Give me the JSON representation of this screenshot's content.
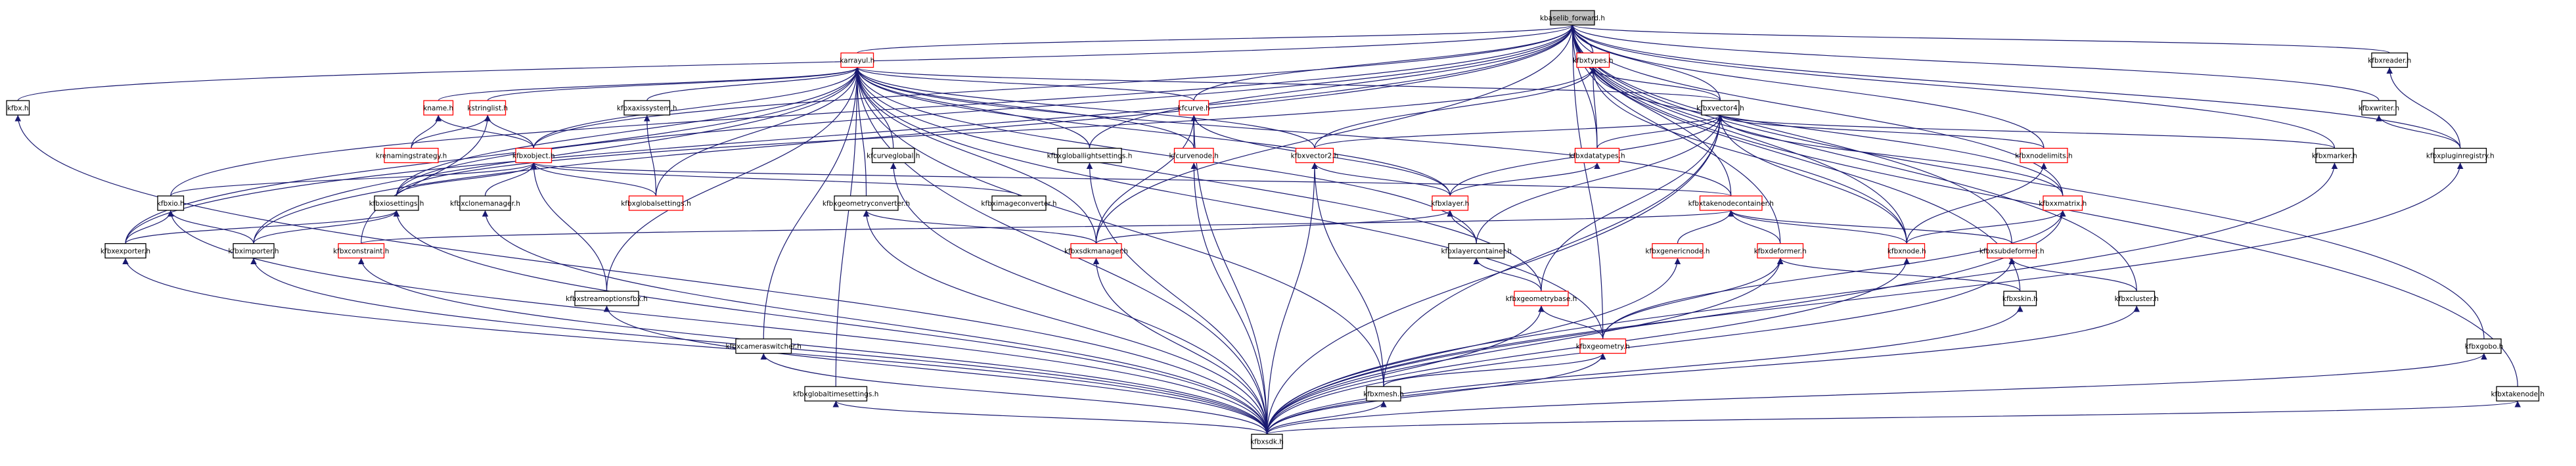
{
  "nodes": [
    {
      "id": "kbaselib_forward",
      "label": "kbaselib_forward.h",
      "style": "root"
    },
    {
      "id": "kfbx",
      "label": "kfbx.h",
      "style": "black"
    },
    {
      "id": "karrayul",
      "label": "karrayul.h",
      "style": "red"
    },
    {
      "id": "kfbxtypes",
      "label": "kfbxtypes.h",
      "style": "red"
    },
    {
      "id": "kfbxreader",
      "label": "kfbxreader.h",
      "style": "black"
    },
    {
      "id": "kname",
      "label": "kname.h",
      "style": "red"
    },
    {
      "id": "kstringlist",
      "label": "kstringlist.h",
      "style": "red"
    },
    {
      "id": "kfbxaxissystem",
      "label": "kfbxaxissystem.h",
      "style": "black"
    },
    {
      "id": "kfcurve",
      "label": "kfcurve.h",
      "style": "red"
    },
    {
      "id": "kfbxvector4",
      "label": "kfbxvector4.h",
      "style": "black"
    },
    {
      "id": "kfbxwriter",
      "label": "kfbxwriter.h",
      "style": "black"
    },
    {
      "id": "krenamingstrategy",
      "label": "krenamingstrategy.h",
      "style": "red"
    },
    {
      "id": "kfbxobject",
      "label": "kfbxobject.h",
      "style": "red"
    },
    {
      "id": "kfcurveglobal",
      "label": "kfcurveglobal.h",
      "style": "black"
    },
    {
      "id": "kfbxgloballightsettings",
      "label": "kfbxgloballightsettings.h",
      "style": "black"
    },
    {
      "id": "kfcurvenode",
      "label": "kfcurvenode.h",
      "style": "red"
    },
    {
      "id": "kfbxvector2",
      "label": "kfbxvector2.h",
      "style": "red"
    },
    {
      "id": "kfbxdatatypes",
      "label": "kfbxdatatypes.h",
      "style": "red"
    },
    {
      "id": "kfbxnodelimits",
      "label": "kfbxnodelimits.h",
      "style": "red"
    },
    {
      "id": "kfbxmarker",
      "label": "kfbxmarker.h",
      "style": "black"
    },
    {
      "id": "kfbxpluginregistry",
      "label": "kfbxpluginregistry.h",
      "style": "black"
    },
    {
      "id": "kfbxio",
      "label": "kfbxio.h",
      "style": "black"
    },
    {
      "id": "kfbxglobalsettings",
      "label": "kfbxglobalsettings.h",
      "style": "red"
    },
    {
      "id": "kfbximageconverter",
      "label": "kfbximageconverter.h",
      "style": "black"
    },
    {
      "id": "kfbxlayer",
      "label": "kfbxlayer.h",
      "style": "red"
    },
    {
      "id": "kfbxtakenodecontainer",
      "label": "kfbxtakenodecontainer.h",
      "style": "red"
    },
    {
      "id": "kfbxxmatrix",
      "label": "kfbxxmatrix.h",
      "style": "red"
    },
    {
      "id": "kfbxiosettings",
      "label": "kfbxiosettings.h",
      "style": "black"
    },
    {
      "id": "kfbxclonemanager",
      "label": "kfbxclonemanager.h",
      "style": "black"
    },
    {
      "id": "kfbxgeometryconverter",
      "label": "kfbxgeometryconverter.h",
      "style": "black"
    },
    {
      "id": "kfbxexporter",
      "label": "kfbxexporter.h",
      "style": "black"
    },
    {
      "id": "kfbximporter",
      "label": "kfbximporter.h",
      "style": "black"
    },
    {
      "id": "kfbxconstraint",
      "label": "kfbxconstraint.h",
      "style": "red"
    },
    {
      "id": "kfbxsdkmanager",
      "label": "kfbxsdkmanager.h",
      "style": "red"
    },
    {
      "id": "kfbxlayercontainer",
      "label": "kfbxlayercontainer.h",
      "style": "black"
    },
    {
      "id": "kfbxgenericnode",
      "label": "kfbxgenericnode.h",
      "style": "red"
    },
    {
      "id": "kfbxdeformer",
      "label": "kfbxdeformer.h",
      "style": "red"
    },
    {
      "id": "kfbxnode",
      "label": "kfbxnode.h",
      "style": "red"
    },
    {
      "id": "kfbxsubdeformer",
      "label": "kfbxsubdeformer.h",
      "style": "red"
    },
    {
      "id": "kfbxstreamoptionsfbx",
      "label": "kfbxstreamoptionsfbx.h",
      "style": "black"
    },
    {
      "id": "kfbxgeometrybase",
      "label": "kfbxgeometrybase.h",
      "style": "red"
    },
    {
      "id": "kfbxskin",
      "label": "kfbxskin.h",
      "style": "black"
    },
    {
      "id": "kfbxcluster",
      "label": "kfbxcluster.h",
      "style": "black"
    },
    {
      "id": "kfbxcameraswitcher",
      "label": "kfbxcameraswitcher.h",
      "style": "black"
    },
    {
      "id": "kfbxgeometry",
      "label": "kfbxgeometry.h",
      "style": "red"
    },
    {
      "id": "kfbxgobo",
      "label": "kfbxgobo.h",
      "style": "black"
    },
    {
      "id": "kfbxglobaltimesettings",
      "label": "kfbxglobaltimesettings.h",
      "style": "black"
    },
    {
      "id": "kfbxmesh",
      "label": "kfbxmesh.h",
      "style": "black"
    },
    {
      "id": "kfbxtakenode",
      "label": "kfbxtakenode.h",
      "style": "black"
    },
    {
      "id": "kfbxsdk",
      "label": "kfbxsdk.h",
      "style": "black"
    }
  ],
  "edges": [
    [
      "kfbx",
      "kbaselib_forward"
    ],
    [
      "karrayul",
      "kbaselib_forward"
    ],
    [
      "kfbxtypes",
      "kbaselib_forward"
    ],
    [
      "kfbxreader",
      "kbaselib_forward"
    ],
    [
      "kfbxwriter",
      "kbaselib_forward"
    ],
    [
      "kfcurve",
      "kbaselib_forward"
    ],
    [
      "kfbxvector4",
      "kbaselib_forward"
    ],
    [
      "kfbxobject",
      "kbaselib_forward"
    ],
    [
      "kfbxio",
      "kbaselib_forward"
    ],
    [
      "kfbxdatatypes",
      "kbaselib_forward"
    ],
    [
      "kfbxnodelimits",
      "kbaselib_forward"
    ],
    [
      "kfbxmarker",
      "kbaselib_forward"
    ],
    [
      "kfbxpluginregistry",
      "kbaselib_forward"
    ],
    [
      "kfbxtakenodecontainer",
      "kbaselib_forward"
    ],
    [
      "kfbxxmatrix",
      "kbaselib_forward"
    ],
    [
      "kfbxexporter",
      "kbaselib_forward"
    ],
    [
      "kfbximporter",
      "kbaselib_forward"
    ],
    [
      "kfbxsdkmanager",
      "kbaselib_forward"
    ],
    [
      "kfbxdeformer",
      "kbaselib_forward"
    ],
    [
      "kfbxnode",
      "kbaselib_forward"
    ],
    [
      "kfbxsubdeformer",
      "kbaselib_forward"
    ],
    [
      "kfbxskin",
      "kbaselib_forward"
    ],
    [
      "kfbxcluster",
      "kbaselib_forward"
    ],
    [
      "kfbxgobo",
      "kbaselib_forward"
    ],
    [
      "kfbxtakenode",
      "kbaselib_forward"
    ],
    [
      "kfbxiosettings",
      "kbaselib_forward"
    ],
    [
      "kfbxgeometry",
      "kbaselib_forward"
    ],
    [
      "kfbxgloballightsettings",
      "kbaselib_forward"
    ],
    [
      "kname",
      "karrayul"
    ],
    [
      "kstringlist",
      "karrayul"
    ],
    [
      "kfbxaxissystem",
      "karrayul"
    ],
    [
      "kfcurve",
      "karrayul"
    ],
    [
      "kfbxvector4",
      "karrayul"
    ],
    [
      "kfbxobject",
      "karrayul"
    ],
    [
      "kfcurveglobal",
      "karrayul"
    ],
    [
      "kfbxgloballightsettings",
      "karrayul"
    ],
    [
      "kfcurvenode",
      "karrayul"
    ],
    [
      "kfbxvector2",
      "karrayul"
    ],
    [
      "kfbxtakenodecontainer",
      "karrayul"
    ],
    [
      "kfbxiosettings",
      "karrayul"
    ],
    [
      "kfbxexporter",
      "karrayul"
    ],
    [
      "kfbximporter",
      "karrayul"
    ],
    [
      "kfbxgeometryconverter",
      "karrayul"
    ],
    [
      "kfbxlayercontainer",
      "karrayul"
    ],
    [
      "kfbxstreamoptionsfbx",
      "karrayul"
    ],
    [
      "kfbxcameraswitcher",
      "karrayul"
    ],
    [
      "kfbxglobaltimesettings",
      "karrayul"
    ],
    [
      "kfbxmesh",
      "karrayul"
    ],
    [
      "kfbxsdk",
      "karrayul"
    ],
    [
      "kfbxglobalsettings",
      "karrayul"
    ],
    [
      "kfbxgeometry",
      "karrayul"
    ],
    [
      "kfbxsdkmanager",
      "karrayul"
    ],
    [
      "kfbxlayer",
      "karrayul"
    ],
    [
      "kfbxgeometrybase",
      "karrayul"
    ],
    [
      "kfbxvector4",
      "kfbxtypes"
    ],
    [
      "kfbxdatatypes",
      "kfbxtypes"
    ],
    [
      "kfbxxmatrix",
      "kfbxtypes"
    ],
    [
      "kfbxvector2",
      "kfbxtypes"
    ],
    [
      "kfbxiosettings",
      "kfbxtypes"
    ],
    [
      "kfbxnode",
      "kfbxtypes"
    ],
    [
      "kfbxpluginregistry",
      "kfbxreader"
    ],
    [
      "kfbxpluginregistry",
      "kfbxwriter"
    ],
    [
      "krenamingstrategy",
      "kname"
    ],
    [
      "kfbxobject",
      "kname"
    ],
    [
      "krenamingstrategy",
      "kstringlist"
    ],
    [
      "kfbxobject",
      "kstringlist"
    ],
    [
      "kfbxconstraint",
      "kstringlist"
    ],
    [
      "kfbxglobalsettings",
      "kfbxaxissystem"
    ],
    [
      "kfcurvenode",
      "kfcurve"
    ],
    [
      "kfbxsdk",
      "kfcurve"
    ],
    [
      "kfbxsdkmanager",
      "kfcurve"
    ],
    [
      "kfbxlayer",
      "kfcurve"
    ],
    [
      "kfbxdatatypes",
      "kfbxvector4"
    ],
    [
      "kfbxnodelimits",
      "kfbxvector4"
    ],
    [
      "kfbxmarker",
      "kfbxvector4"
    ],
    [
      "kfbxxmatrix",
      "kfbxvector4"
    ],
    [
      "kfbxlayer",
      "kfbxvector4"
    ],
    [
      "kfbxlayercontainer",
      "kfbxvector4"
    ],
    [
      "kfbxgeometrybase",
      "kfbxvector4"
    ],
    [
      "kfbxnode",
      "kfbxvector4"
    ],
    [
      "kfbxmesh",
      "kfbxvector4"
    ],
    [
      "kfbxsdk",
      "kfbxvector4"
    ],
    [
      "kfbxvector2",
      "kfbxvector4"
    ],
    [
      "kfbxiosettings",
      "kfbxobject"
    ],
    [
      "kfbxclonemanager",
      "kfbxobject"
    ],
    [
      "kfbxio",
      "kfbxobject"
    ],
    [
      "kfbxglobalsettings",
      "kfbxobject"
    ],
    [
      "kfbximageconverter",
      "kfbxobject"
    ],
    [
      "kfbxstreamoptionsfbx",
      "kfbxobject"
    ],
    [
      "kfbxtakenodecontainer",
      "kfbxobject"
    ],
    [
      "kfbxsdk",
      "kfcurveglobal"
    ],
    [
      "kfbxsdk",
      "kfbxgloballightsettings"
    ],
    [
      "kfbxsdk",
      "kfcurvenode"
    ],
    [
      "kfbxlayer",
      "kfbxvector2"
    ],
    [
      "kfbxmesh",
      "kfbxvector2"
    ],
    [
      "kfbxsdk",
      "kfbxvector2"
    ],
    [
      "kfbxlayer",
      "kfbxdatatypes"
    ],
    [
      "kfbxnode",
      "kfbxnodelimits"
    ],
    [
      "kfbxsdk",
      "kfbxmarker"
    ],
    [
      "kfbxsdk",
      "kfbxpluginregistry"
    ],
    [
      "kfbxexporter",
      "kfbxio"
    ],
    [
      "kfbximporter",
      "kfbxio"
    ],
    [
      "kfbxsdk",
      "kfbxio"
    ],
    [
      "kfbxlayercontainer",
      "kfbxlayer"
    ],
    [
      "kfbxsdkmanager",
      "kfbxlayer"
    ],
    [
      "kfbxgenericnode",
      "kfbxtakenodecontainer"
    ],
    [
      "kfbxdeformer",
      "kfbxtakenodecontainer"
    ],
    [
      "kfbxnode",
      "kfbxtakenodecontainer"
    ],
    [
      "kfbxsubdeformer",
      "kfbxtakenodecontainer"
    ],
    [
      "kfbxconstraint",
      "kfbxtakenodecontainer"
    ],
    [
      "kfbxnode",
      "kfbxxmatrix"
    ],
    [
      "kfbxgeometry",
      "kfbxxmatrix"
    ],
    [
      "kfbxsdk",
      "kfbxxmatrix"
    ],
    [
      "kfbxexporter",
      "kfbxiosettings"
    ],
    [
      "kfbximporter",
      "kfbxiosettings"
    ],
    [
      "kfbxsdk",
      "kfbxiosettings"
    ],
    [
      "kfbxsdk",
      "kfbxclonemanager"
    ],
    [
      "kfbxsdkmanager",
      "kfbxgeometryconverter"
    ],
    [
      "kfbxsdk",
      "kfbxgeometryconverter"
    ],
    [
      "kfbxsdk",
      "kfbxexporter"
    ],
    [
      "kfbxsdk",
      "kfbximporter"
    ],
    [
      "kfbxsdk",
      "kfbxconstraint"
    ],
    [
      "kfbxsdk",
      "kfbxsdkmanager"
    ],
    [
      "kfbxgeometrybase",
      "kfbxlayercontainer"
    ],
    [
      "kfbxsdk",
      "kfbxgenericnode"
    ],
    [
      "kfbxskin",
      "kfbxdeformer"
    ],
    [
      "kfbxgeometry",
      "kfbxdeformer"
    ],
    [
      "kfbxsdk",
      "kfbxdeformer"
    ],
    [
      "kfbxsdk",
      "kfbxnode"
    ],
    [
      "kfbxcluster",
      "kfbxsubdeformer"
    ],
    [
      "kfbxsdk",
      "kfbxsubdeformer"
    ],
    [
      "kfbxsdk",
      "kfbxstreamoptionsfbx"
    ],
    [
      "kfbxgeometry",
      "kfbxgeometrybase"
    ],
    [
      "kfbxsdk",
      "kfbxgeometrybase"
    ],
    [
      "kfbxsdk",
      "kfbxskin"
    ],
    [
      "kfbxsdk",
      "kfbxcluster"
    ],
    [
      "kfbxsdk",
      "kfbxcameraswitcher"
    ],
    [
      "kfbxmesh",
      "kfbxgeometry"
    ],
    [
      "kfbxsdk",
      "kfbxgeometry"
    ],
    [
      "kfbxsdk",
      "kfbxgobo"
    ],
    [
      "kfbxsdk",
      "kfbxglobaltimesettings"
    ],
    [
      "kfbxsdk",
      "kfbxmesh"
    ],
    [
      "kfbxsdk",
      "kfbxtakenode"
    ],
    [
      "kfbxsdk",
      "kfbx"
    ]
  ]
}
